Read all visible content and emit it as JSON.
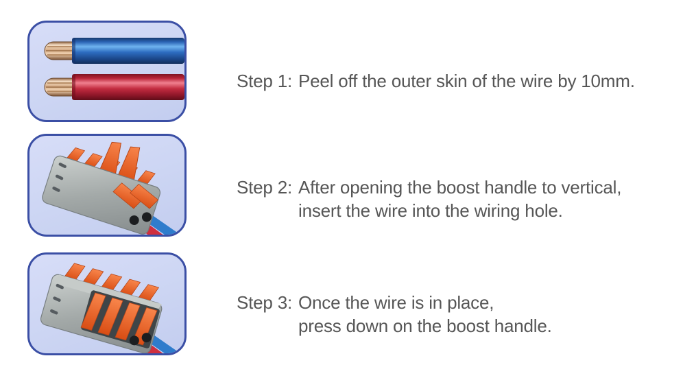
{
  "steps": [
    {
      "label": "Step 1:",
      "lines": [
        "Peel off the outer skin of the wire by 10mm."
      ],
      "image": "stripped-wires"
    },
    {
      "label": "Step 2:",
      "lines": [
        "After opening the boost handle to vertical,",
        "insert the wire into the wiring hole."
      ],
      "image": "connector-boost-handles-up"
    },
    {
      "label": "Step 3:",
      "lines": [
        "Once the wire is in place,",
        "press down on the boost handle."
      ],
      "image": "connector-boost-handles-down"
    }
  ],
  "colors": {
    "panel_border": "#3b4fa5",
    "panel_fill": "#ccd5f3",
    "text": "#565656",
    "wire_blue": "#2e76c8",
    "wire_red": "#d02e3e",
    "copper": "#e3bd9c",
    "connector_gray": "#a6acaa",
    "lever_orange": "#ee6228"
  }
}
